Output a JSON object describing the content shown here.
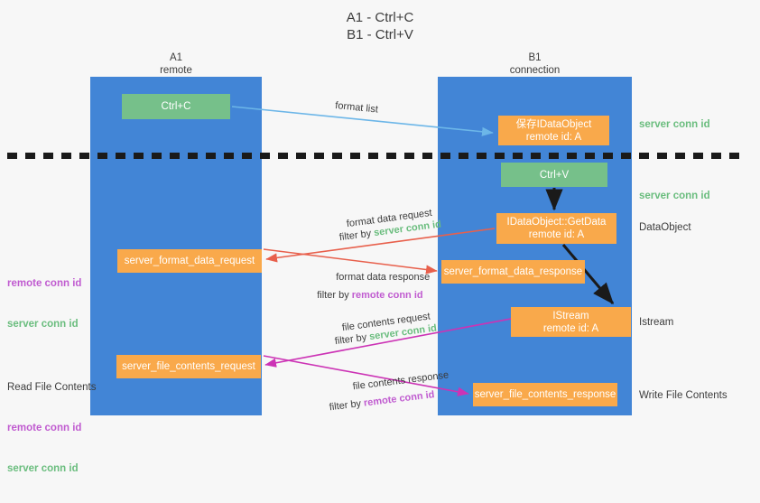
{
  "diagram": {
    "title": "A1 - Ctrl+C\nB1 - Ctrl+V",
    "title_line1": "A1 - Ctrl+C",
    "title_line2": "B1 - Ctrl+V"
  },
  "lanes": [
    {
      "id": "a1",
      "name": "A1",
      "sub": "remote",
      "label": "A1\nremote",
      "color": "#4285d6"
    },
    {
      "id": "b1",
      "name": "B1",
      "sub": "connection",
      "label": "B1\nconnection",
      "color": "#4285d6"
    }
  ],
  "nodes": {
    "ctrl_c": {
      "label": "Ctrl+C",
      "color": "#76c08a"
    },
    "ctrl_v": {
      "label": "Ctrl+V",
      "color": "#76c08a"
    },
    "idataobject": {
      "label": "保存IDataObject\nremote id: A",
      "color": "#f9a94b"
    },
    "getdata": {
      "label": "IDataObject::GetData\nremote id: A",
      "color": "#f9a94b"
    },
    "istream": {
      "label": "IStream\nremote id: A",
      "color": "#f9a94b"
    },
    "server_format_data_request": {
      "label": "server_format_data_request",
      "color": "#f9a94b"
    },
    "server_format_data_response": {
      "label": "server_format_data_response",
      "color": "#f9a94b"
    },
    "server_file_contents_request": {
      "label": "server_file_contents_request",
      "color": "#f9a94b"
    },
    "server_file_contents_response": {
      "label": "server_file_contents_response",
      "color": "#f9a94b"
    }
  },
  "wire_labels": {
    "format_list": "format list",
    "format_data_request": "format data request",
    "format_data_request_filter_prefix": "filter by ",
    "format_data_request_filter_value": "server conn id",
    "format_data_response": "format data response",
    "format_data_response_filter_prefix": "filter by ",
    "format_data_response_filter_value": "remote conn id",
    "file_contents_request": "file contents request",
    "file_contents_request_filter_prefix": "filter by ",
    "file_contents_request_filter_value": "server conn id",
    "file_contents_response": "file contents response",
    "file_contents_response_filter_prefix": "filter by ",
    "file_contents_response_filter_value": "remote conn id"
  },
  "right_labels": {
    "server_conn_id_top": "server conn id",
    "server_conn_id_mid": "server conn id",
    "dataobject": "DataObject",
    "istream": "Istream",
    "write_file_contents": "Write File Contents"
  },
  "left_labels": {
    "conn_remote_1": "remote conn id",
    "conn_server_1": "server conn id",
    "read_file_contents": "Read File Contents",
    "conn_remote_2": "remote conn id",
    "conn_server_2": "server conn id"
  },
  "colors": {
    "lane": "#4285d6",
    "orange": "#f9a94b",
    "green_box": "#76c08a",
    "green_text": "#6abd7e",
    "purple_text": "#c05bd0",
    "arrow_blue": "#6cb6e8",
    "arrow_red": "#e8604c",
    "arrow_magenta": "#cc33b5",
    "arrow_black": "#1a1a1a",
    "divider": "#1a1a1a",
    "background": "#f7f7f7"
  }
}
